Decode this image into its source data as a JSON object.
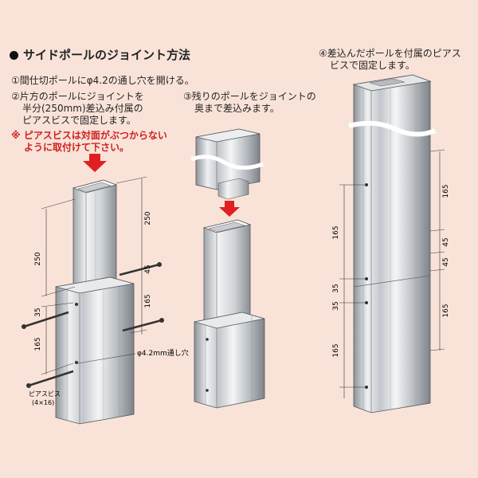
{
  "title": "サイドポールのジョイント方法",
  "steps": {
    "s1": "①間仕切ポールにφ4.2の通し穴を開ける。",
    "s2_l1": "②片方のポールにジョイントを",
    "s2_l2": "半分(250mm)差込み付属の",
    "s2_l3": "ピアスビスで固定します。",
    "s3_l1": "③残りのポールをジョイントの",
    "s3_l2": "奥まで差込みます。",
    "s4_l1": "④差込んだポールを付属のピアス",
    "s4_l2": "ビスで固定します。"
  },
  "warning": {
    "l1": "※ ピアスビスは対面がぶつからない",
    "l2": "ように取付けて下さい。"
  },
  "labels": {
    "hole": "φ4.2mm通し穴",
    "screw": "ピアスビス",
    "screw_size": "(4×16)"
  },
  "dims": {
    "d250": "250",
    "d165": "165",
    "d45": "45",
    "d35": "35"
  },
  "colors": {
    "background": "#f9e3d8",
    "arrow": "#e02020",
    "warning": "#d01f1f",
    "metal_light": "#eef0f2",
    "metal_mid": "#c3c7cc",
    "metal_dark": "#7d8389"
  }
}
